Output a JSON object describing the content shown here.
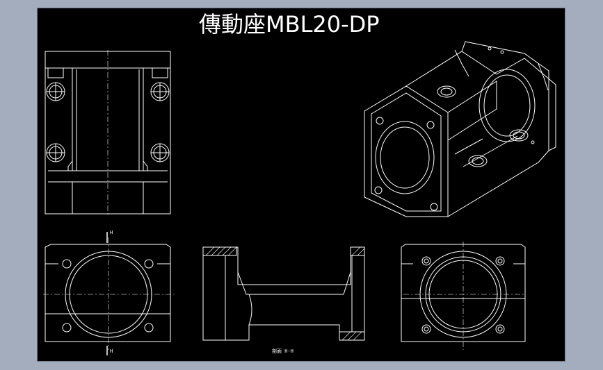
{
  "drawing": {
    "title": "傳動座MBL20-DP",
    "section_caption": "剖面  H-H",
    "cut_mark_top": "H",
    "cut_mark_bottom": "H"
  },
  "colors": {
    "background_outer": "#a3adbd",
    "canvas": "#000000",
    "line": "#ffffff"
  }
}
